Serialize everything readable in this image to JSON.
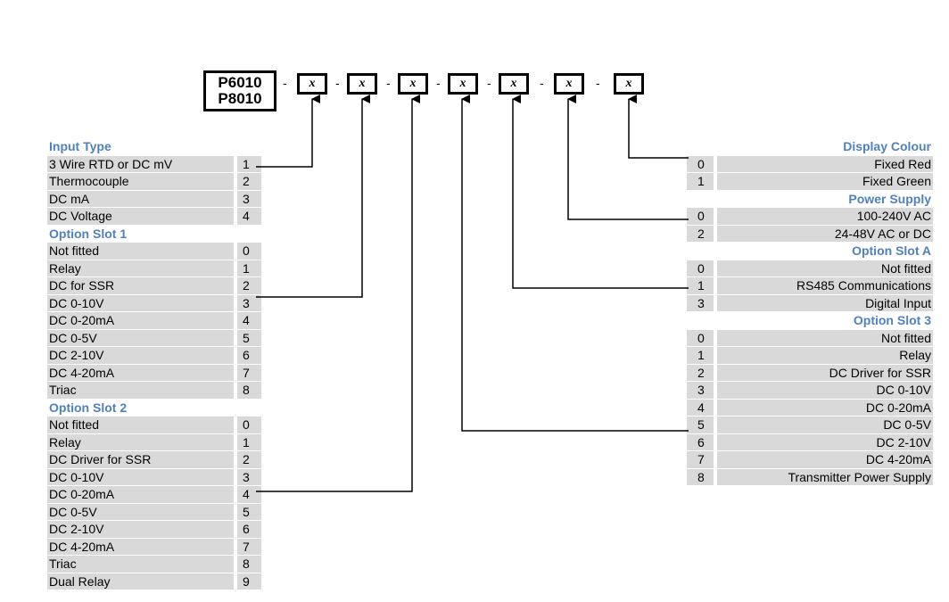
{
  "model": {
    "line1": "P6010",
    "line2": "P8010"
  },
  "placeholder": "x",
  "separator": "-",
  "left_groups": [
    {
      "title": "Input Type",
      "rows": [
        {
          "label": "3 Wire RTD or DC mV",
          "code": "1"
        },
        {
          "label": "Thermocouple",
          "code": "2"
        },
        {
          "label": "DC mA",
          "code": "3"
        },
        {
          "label": "DC Voltage",
          "code": "4"
        }
      ]
    },
    {
      "title": "Option Slot 1",
      "rows": [
        {
          "label": "Not fitted",
          "code": "0"
        },
        {
          "label": "Relay",
          "code": "1"
        },
        {
          "label": "DC for SSR",
          "code": "2"
        },
        {
          "label": "DC 0-10V",
          "code": "3"
        },
        {
          "label": "DC 0-20mA",
          "code": "4"
        },
        {
          "label": "DC 0-5V",
          "code": "5"
        },
        {
          "label": "DC 2-10V",
          "code": "6"
        },
        {
          "label": "DC 4-20mA",
          "code": "7"
        },
        {
          "label": "Triac",
          "code": "8"
        }
      ]
    },
    {
      "title": "Option Slot 2",
      "rows": [
        {
          "label": "Not fitted",
          "code": "0"
        },
        {
          "label": "Relay",
          "code": "1"
        },
        {
          "label": "DC Driver for SSR",
          "code": "2"
        },
        {
          "label": "DC 0-10V",
          "code": "3"
        },
        {
          "label": "DC 0-20mA",
          "code": "4"
        },
        {
          "label": "DC 0-5V",
          "code": "5"
        },
        {
          "label": "DC 2-10V",
          "code": "6"
        },
        {
          "label": "DC 4-20mA",
          "code": "7"
        },
        {
          "label": "Triac",
          "code": "8"
        },
        {
          "label": "Dual Relay",
          "code": "9"
        }
      ]
    }
  ],
  "right_groups": [
    {
      "title": "Display Colour",
      "rows": [
        {
          "code": "0",
          "label": "Fixed Red"
        },
        {
          "code": "1",
          "label": "Fixed Green"
        }
      ]
    },
    {
      "title": "Power Supply",
      "rows": [
        {
          "code": "0",
          "label": "100-240V AC"
        },
        {
          "code": "2",
          "label": "24-48V AC or DC"
        }
      ]
    },
    {
      "title": "Option Slot A",
      "rows": [
        {
          "code": "0",
          "label": "Not fitted"
        },
        {
          "code": "1",
          "label": "RS485 Communications"
        },
        {
          "code": "3",
          "label": "Digital Input"
        }
      ]
    },
    {
      "title": "Option Slot 3",
      "rows": [
        {
          "code": "0",
          "label": "Not fitted"
        },
        {
          "code": "1",
          "label": "Relay"
        },
        {
          "code": "2",
          "label": "DC Driver for SSR"
        },
        {
          "code": "3",
          "label": "DC 0-10V"
        },
        {
          "code": "4",
          "label": "DC 0-20mA"
        },
        {
          "code": "5",
          "label": "DC 0-5V"
        },
        {
          "code": "6",
          "label": "DC 2-10V"
        },
        {
          "code": "7",
          "label": "DC 4-20mA"
        },
        {
          "code": "8",
          "label": "Transmitter Power Supply"
        }
      ]
    }
  ],
  "line_color": "#000000",
  "heading_color": "#4f81bd",
  "cell_color": "#d9d9d9"
}
